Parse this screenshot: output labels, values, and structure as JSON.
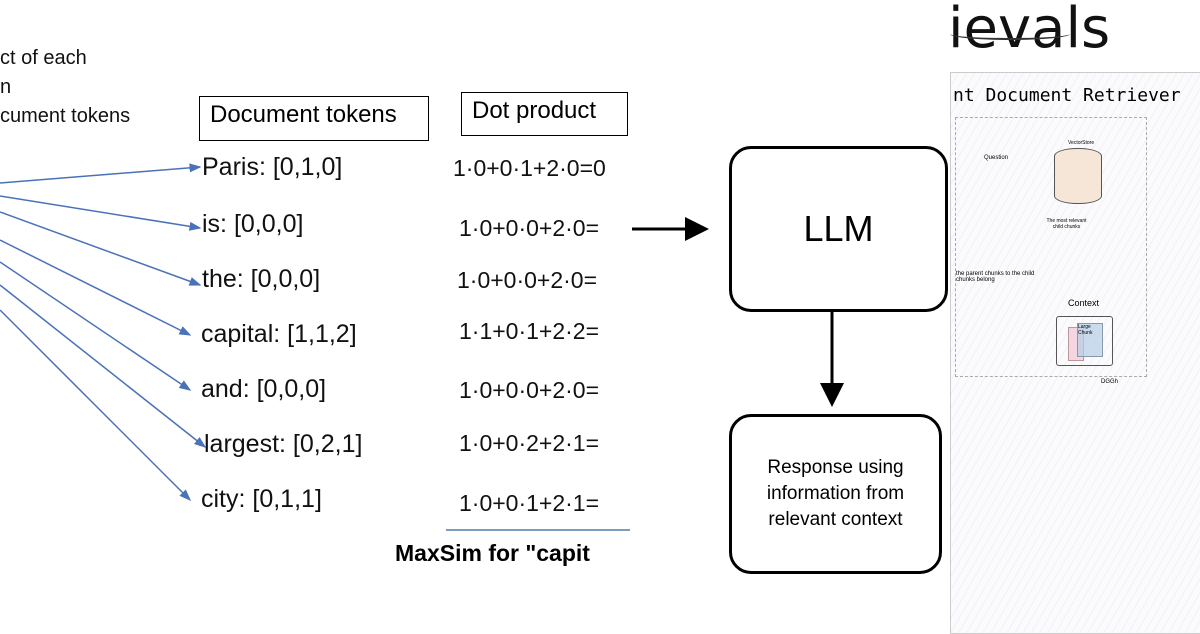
{
  "left_text": [
    "ct of each",
    "n",
    "cument tokens"
  ],
  "headers": {
    "tokens": "Document tokens",
    "dot": "Dot product"
  },
  "tokens": [
    "Paris: [0,1,0]",
    "is: [0,0,0]",
    "the: [0,0,0]",
    "capital: [1,1,2]",
    "and: [0,0,0]",
    "largest: [0,2,1]",
    "city: [0,1,1]"
  ],
  "dots": [
    "1·0+0·1+2·0=0",
    "1·0+0·0+2·0=",
    "1·0+0·0+2·0=",
    "1·1+0·1+2·2=",
    "1·0+0·0+2·0=",
    "1·0+0·2+2·1=",
    "1·0+0·1+2·1="
  ],
  "maxsim": "MaxSim for \"capit",
  "llm": "LLM",
  "response": "Response using information from relevant context",
  "right": {
    "title": "ievals",
    "subtitle": "nt Document Retriever",
    "vectorstore": "VectorStore",
    "question": "Question",
    "relevant": "The most relevant child chunks",
    "parent": "the parent chunks to the child chunks belong",
    "context": "Context",
    "chunk": "Large Chunk",
    "sig": "DGGh"
  },
  "colors": {
    "arrow": "#4a72b8",
    "underline": "#4f7fae"
  }
}
